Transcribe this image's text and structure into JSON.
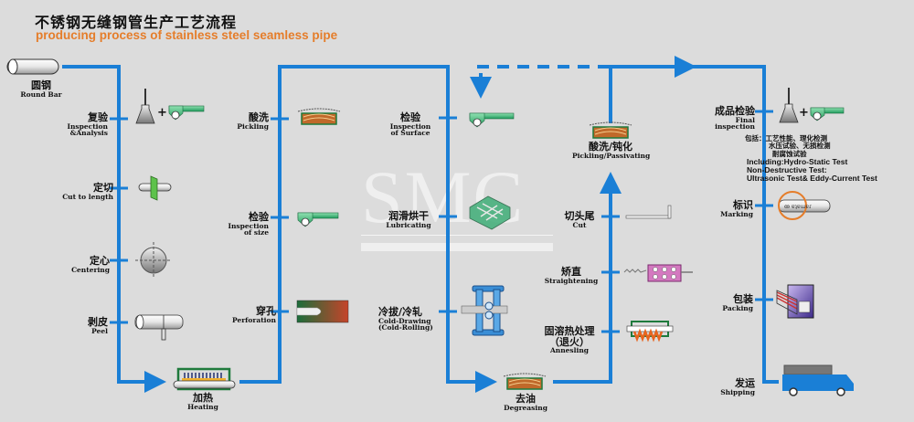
{
  "title": {
    "cn": "不锈钢无缝钢管生产工艺流程",
    "en": "producing process of stainless steel seamless pipe"
  },
  "colors": {
    "flow_line": "#1a7fd6",
    "title_en": "#e57d2a",
    "background": "#dcdcdc"
  },
  "watermark": "SMC",
  "steps": {
    "round_bar": {
      "cn": "圆钢",
      "en": "Round Bar",
      "icon": "round-bar-icon"
    },
    "inspection_analysis": {
      "cn": "复验",
      "en1": "Inspection",
      "en2": "&Analysis",
      "icon": "flask-caliper-icon"
    },
    "cut_to_length": {
      "cn": "定切",
      "en": "Cut to length",
      "icon": "cutter-icon"
    },
    "centering": {
      "cn": "定心",
      "en": "Centering",
      "icon": "crosshair-icon"
    },
    "peel": {
      "cn": "剥皮",
      "en": "Peel",
      "icon": "peeling-icon"
    },
    "heating": {
      "cn": "加热",
      "en": "Heating",
      "icon": "furnace-icon"
    },
    "pickling": {
      "cn": "酸洗",
      "en": "Pickling",
      "icon": "pickling-tank-icon"
    },
    "inspection_size": {
      "cn": "检验",
      "en1": "Inspection",
      "en2": "of size",
      "icon": "caliper-icon"
    },
    "perforation": {
      "cn": "穿孔",
      "en": "Perforation",
      "icon": "piercing-icon"
    },
    "inspection_surface": {
      "cn": "检验",
      "en1": "Inspection",
      "en2": "of Surface",
      "icon": "caliper-icon"
    },
    "lubricating": {
      "cn": "润滑烘干",
      "en": "Lubricating",
      "icon": "drying-rack-icon"
    },
    "cold_drawing": {
      "cn": "冷拔/冷轧",
      "en1": "Cold-Drawing",
      "en2": "(Cold-Rolling)",
      "icon": "rolling-mill-icon"
    },
    "degreasing": {
      "cn": "去油",
      "en": "Degreasing",
      "icon": "degreasing-tank-icon"
    },
    "annealing": {
      "cn1": "固溶热处理",
      "cn2": "（退火）",
      "en": "Annesling",
      "icon": "annealing-furnace-icon"
    },
    "straightening": {
      "cn": "矫直",
      "en": "Straightening",
      "icon": "straightener-icon"
    },
    "cut": {
      "cn": "切头尾",
      "en": "Cut",
      "icon": "pipe-end-cut-icon"
    },
    "pickling_passivating": {
      "cn": "酸洗/钝化",
      "en": "Pickling/Passivating",
      "icon": "pickling-tank-icon"
    },
    "final_inspection": {
      "cn": "成品检验",
      "en": "Final inspection",
      "icon": "flask-caliper-icon"
    },
    "marking": {
      "cn": "标识",
      "en": "Marking",
      "icon": "marking-icon"
    },
    "packing": {
      "cn": "包装",
      "en": "Packing",
      "icon": "package-icon"
    },
    "shipping": {
      "cn": "发运",
      "en": "Shipping",
      "icon": "truck-icon"
    }
  },
  "final_inspection_note": {
    "cn1": "包括：工艺性能、理化检测",
    "cn2": "水压试验、无损检测",
    "cn3": "耐腐蚀试验",
    "en1": "Including:Hydro-Static Test",
    "en2": "Non-Destructive Test:",
    "en3": "Ultrasonic Test& Eddy-Current Test"
  },
  "marking_text": "ꙭ ɐʇɐɯɐɾ"
}
